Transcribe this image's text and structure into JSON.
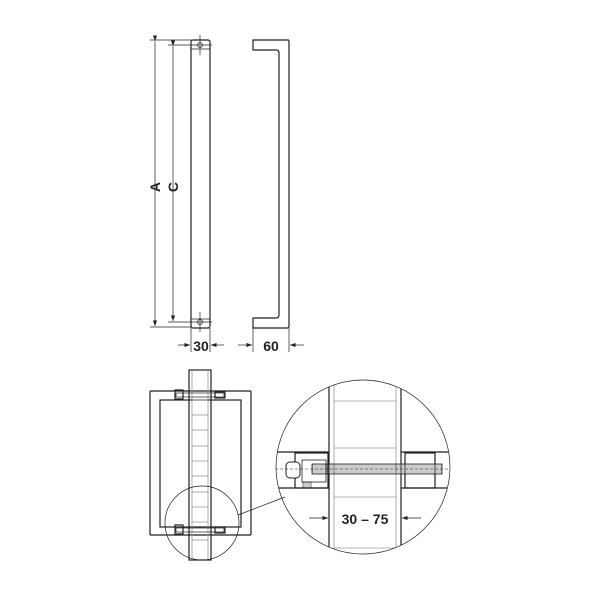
{
  "labels": {
    "dim_a": "A",
    "dim_c": "C",
    "width_bar": "30",
    "depth_handle": "60",
    "door_thickness": "30 – 75"
  },
  "colors": {
    "line": "#231f20",
    "background": "#ffffff"
  }
}
